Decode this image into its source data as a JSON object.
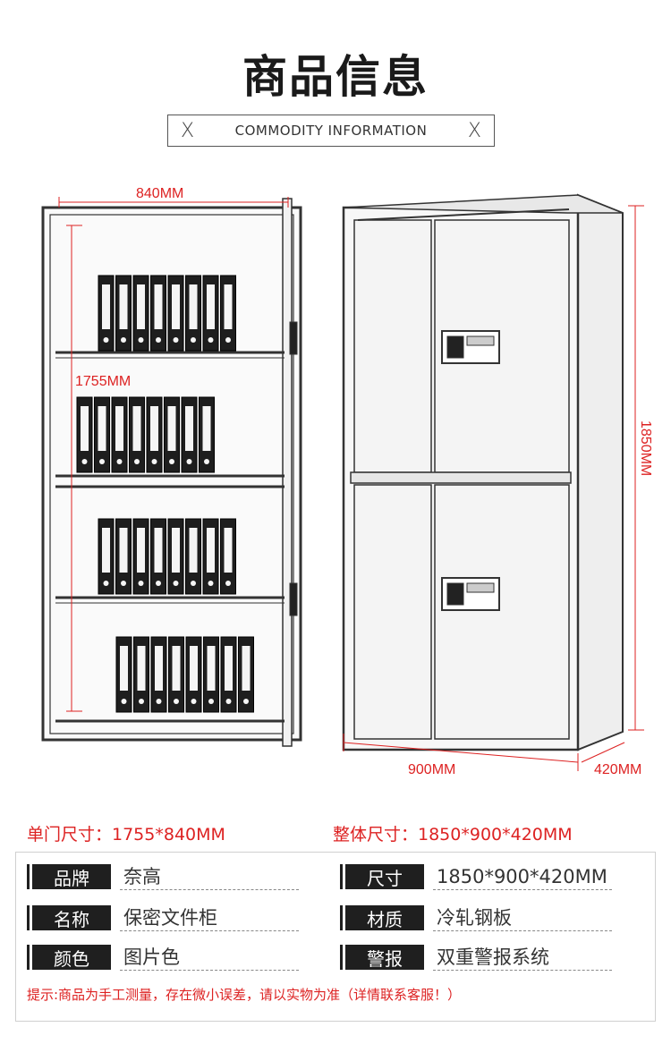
{
  "header": {
    "title": "商品信息",
    "subtitle": "COMMODITY INFORMATION",
    "mark_left": "X",
    "mark_right": "X"
  },
  "diagram": {
    "width_label": "840MM",
    "door_height_label": "1755MM",
    "height_label": "1850MM",
    "front_width_label": "900MM",
    "depth_label": "420MM"
  },
  "sizes": {
    "door_size": "单门尺寸：1755*840MM",
    "overall_size": "整体尺寸：1850*900*420MM"
  },
  "specs": [
    {
      "label": "品牌",
      "value": "奈高"
    },
    {
      "label": "尺寸",
      "value": "1850*900*420MM"
    },
    {
      "label": "名称",
      "value": "保密文件柜"
    },
    {
      "label": "材质",
      "value": "冷轧钢板"
    },
    {
      "label": "颜色",
      "value": "图片色"
    },
    {
      "label": "警报",
      "value": "双重警报系统"
    }
  ],
  "note": "提示:商品为手工测量，存在微小误差，请以实物为准（详情联系客服！）",
  "colors": {
    "accent": "#dd2222",
    "tag_bg": "#1f1f1f"
  }
}
